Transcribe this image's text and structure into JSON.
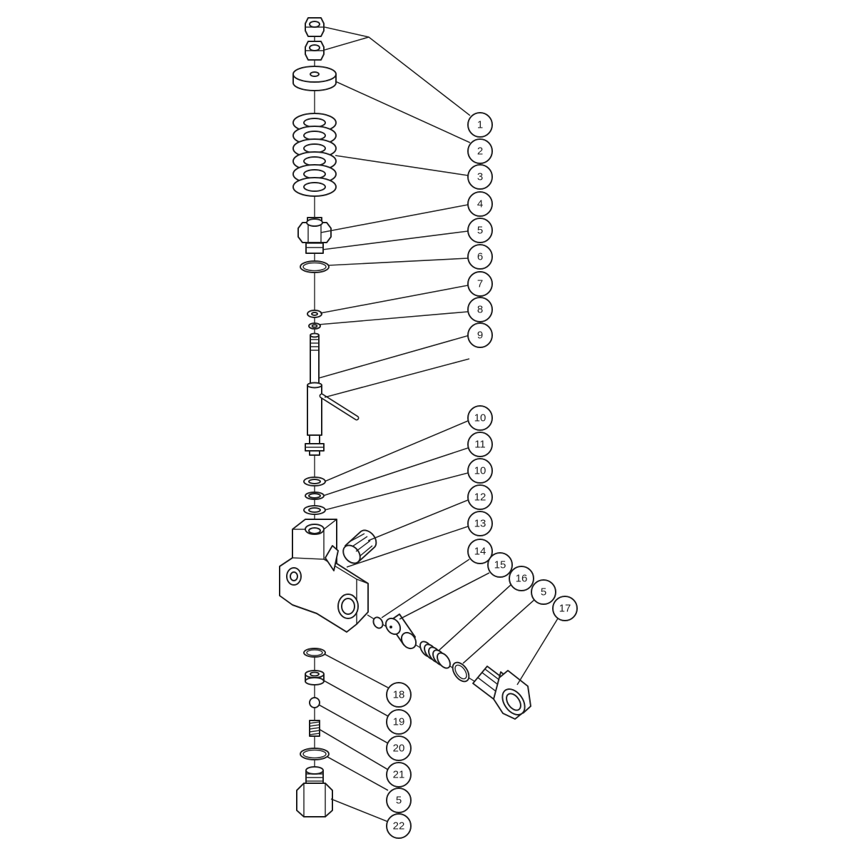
{
  "callouts": [
    {
      "id": "c1",
      "label": "1"
    },
    {
      "id": "c2",
      "label": "2"
    },
    {
      "id": "c3",
      "label": "3"
    },
    {
      "id": "c4",
      "label": "4"
    },
    {
      "id": "c5a",
      "label": "5"
    },
    {
      "id": "c6",
      "label": "6"
    },
    {
      "id": "c7",
      "label": "7"
    },
    {
      "id": "c8",
      "label": "8"
    },
    {
      "id": "c9",
      "label": "9"
    },
    {
      "id": "c10a",
      "label": "10"
    },
    {
      "id": "c11",
      "label": "11"
    },
    {
      "id": "c10b",
      "label": "10"
    },
    {
      "id": "c12",
      "label": "12"
    },
    {
      "id": "c13",
      "label": "13"
    },
    {
      "id": "c14",
      "label": "14"
    },
    {
      "id": "c15",
      "label": "15"
    },
    {
      "id": "c16",
      "label": "16"
    },
    {
      "id": "c5b",
      "label": "5"
    },
    {
      "id": "c17",
      "label": "17"
    },
    {
      "id": "c18",
      "label": "18"
    },
    {
      "id": "c19",
      "label": "19"
    },
    {
      "id": "c20",
      "label": "20"
    },
    {
      "id": "c21",
      "label": "21"
    },
    {
      "id": "c5c",
      "label": "5"
    },
    {
      "id": "c22",
      "label": "22"
    }
  ]
}
